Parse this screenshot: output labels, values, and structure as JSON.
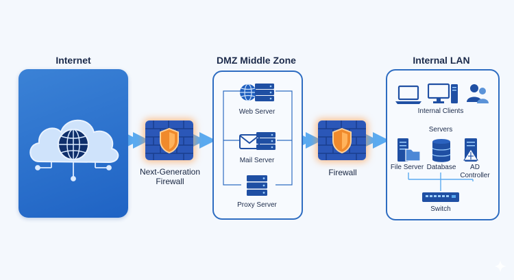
{
  "zones": {
    "internet": "Internet",
    "dmz": "DMZ Middle Zone",
    "lan": "Internal LAN"
  },
  "firewalls": {
    "ngfw_line1": "Next-Generation",
    "ngfw_line2": "Firewall",
    "internal": "Firewall"
  },
  "dmz_servers": {
    "web": "Web Server",
    "mail": "Mail Server",
    "proxy": "Proxy Server"
  },
  "lan": {
    "clients": "Internal Clients",
    "servers_heading": "Servers",
    "file_server": "File Server",
    "database": "Database",
    "ad_line1": "AD",
    "ad_line2": "Controller",
    "switch": "Switch"
  },
  "colors": {
    "accent_blue": "#2d6cc1",
    "internet_panel": "#2f74d0",
    "firewall_orange": "#f08a2c",
    "arrow": "#5aaaf0"
  },
  "icons": [
    "cloud-globe-icon",
    "firewall-shield-icon",
    "globe-server-icon",
    "mail-server-icon",
    "server-icon",
    "laptop-icon",
    "desktop-icon",
    "users-icon",
    "file-server-icon",
    "database-icon",
    "ad-controller-icon",
    "switch-icon"
  ]
}
